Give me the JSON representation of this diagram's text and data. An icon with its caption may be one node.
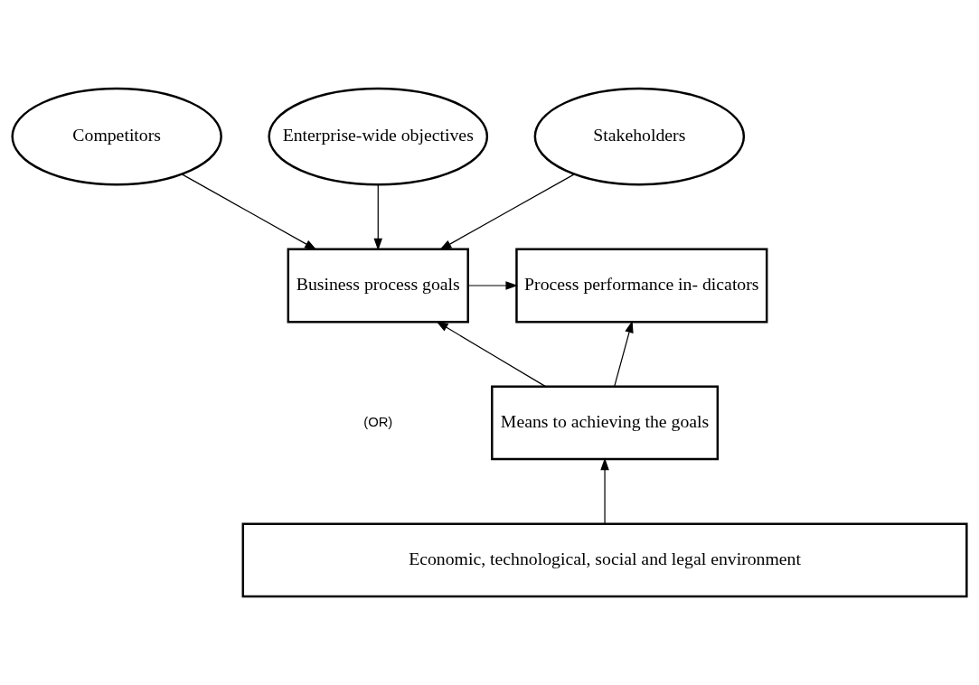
{
  "diagram": {
    "nodes": [
      {
        "text": [
          "Competitors"
        ]
      },
      {
        "text": [
          "Enterprise-wide objectives"
        ]
      },
      {
        "text": [
          "Stakeholders"
        ]
      },
      {
        "text": [
          "Business process goals"
        ]
      },
      {
        "text": [
          "Means to achieving the goals"
        ]
      },
      {
        "text": [
          "Process performance in- dicators"
        ]
      },
      {
        "text": [
          "Economic, technological, social and legal environment"
        ]
      }
    ],
    "edges": [
      {
        "from": 0,
        "to": 3,
        "arrow": "to"
      },
      {
        "from": 1,
        "to": 3,
        "arrow": "to"
      },
      {
        "from": 2,
        "to": 3,
        "arrow": "to"
      },
      {
        "from": 3,
        "to": 5,
        "arrow": "to"
      },
      {
        "from": 4,
        "to": 5,
        "arrow": "to"
      },
      {
        "from": 6,
        "to": 4,
        "arrow": "to"
      },
      {
        "from": 4,
        "to": 3,
        "arrow": "to"
      }
    ],
    "labels": [
      "(OR)"
    ]
  }
}
